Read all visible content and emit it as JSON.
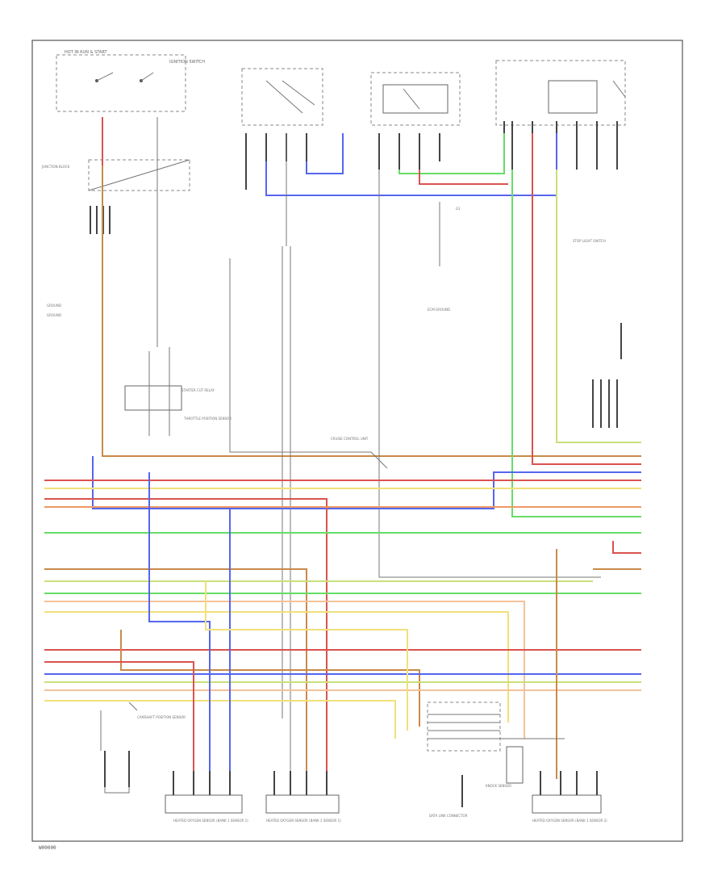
{
  "diagram": {
    "footer_code": "W00000",
    "labels": {
      "hot_run": "HOT IN RUN & START",
      "ignition_switch": "IGNITION SWITCH",
      "ground_label_a": "GROUND",
      "ground_label_b": "GROUND",
      "fuse_box": "JUNCTION BLOCK",
      "starter_relay": "STARTER CUT RELAY",
      "cruise_unit": "CRUISE CONTROL UNIT",
      "tps": "THROTTLE POSITION SENSOR",
      "stop_light_sw": "STOP LIGHT SWITCH",
      "ecm_ground": "ECM GROUND",
      "data_link": "DATA LINK CONNECTOR",
      "o2_sensor_1": "HEATED OXYGEN SENSOR (BANK 1 SENSOR 1)",
      "o2_sensor_2": "HEATED OXYGEN SENSOR (BANK 2 SENSOR 1)",
      "o2_sensor_3": "HEATED OXYGEN SENSOR (BANK 1 SENSOR 2)",
      "cam_sensor": "CAMSHAFT POSITION SENSOR",
      "knock_sensor": "KNOCK SENSOR",
      "ground_point": "G1"
    }
  }
}
